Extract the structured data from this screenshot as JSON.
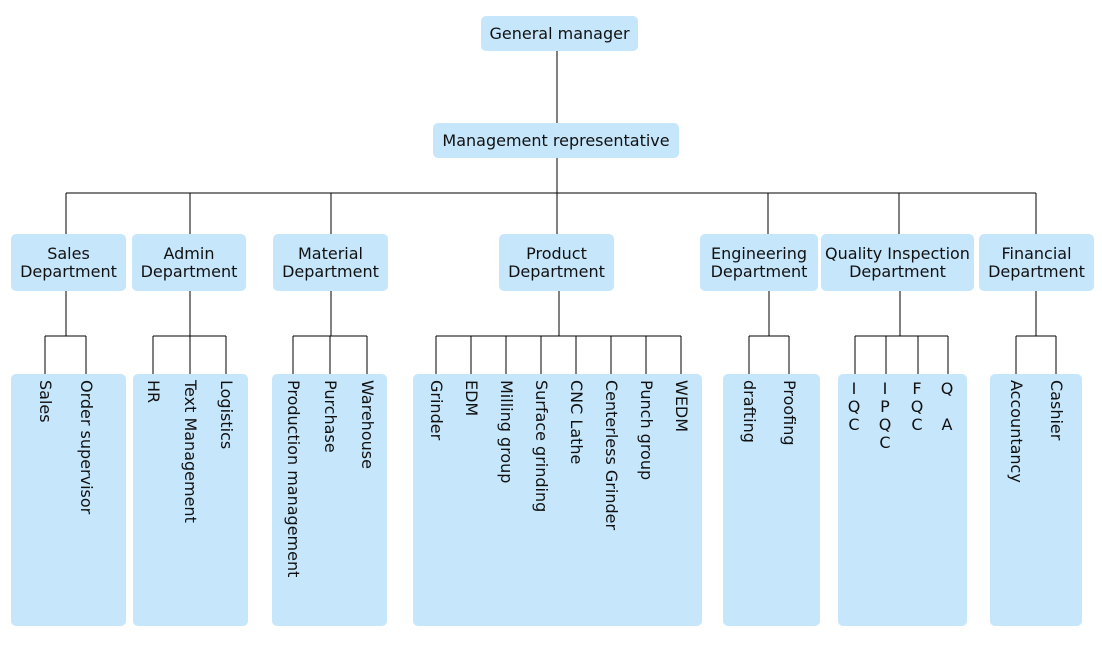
{
  "top": {
    "general_manager": "General manager",
    "management_rep": "Management representative"
  },
  "departments": [
    {
      "id": "sales",
      "label": "Sales\nDepartment",
      "items": [
        "Sales",
        "Order supervisor"
      ]
    },
    {
      "id": "admin",
      "label": "Admin\nDepartment",
      "items": [
        "HR",
        "Text Management",
        "Logistics"
      ]
    },
    {
      "id": "material",
      "label": "Material\nDepartment",
      "items": [
        "Production management",
        "Purchase",
        "Warehouse"
      ]
    },
    {
      "id": "product",
      "label": "Product\nDepartment",
      "items": [
        "Grinder",
        "EDM",
        "Milling group",
        "Surface grinding",
        "CNC Lathe",
        "Centerless Grinder",
        "Punch group",
        "WEDM"
      ]
    },
    {
      "id": "engineering",
      "label": "Engineering\nDepartment",
      "items": [
        "drafting",
        "Proofing"
      ]
    },
    {
      "id": "quality",
      "label": "Quality Inspection\nDepartment",
      "items": [
        "I\nQ\nC",
        "I\nP\nQ\nC",
        "F\nQ\nC",
        "Q\n\nA"
      ]
    },
    {
      "id": "financial",
      "label": "Financial\nDepartment",
      "items": [
        "Accountancy",
        "Cashier"
      ]
    }
  ],
  "colors": {
    "box": "#c6e6fb",
    "line": "#000000"
  }
}
